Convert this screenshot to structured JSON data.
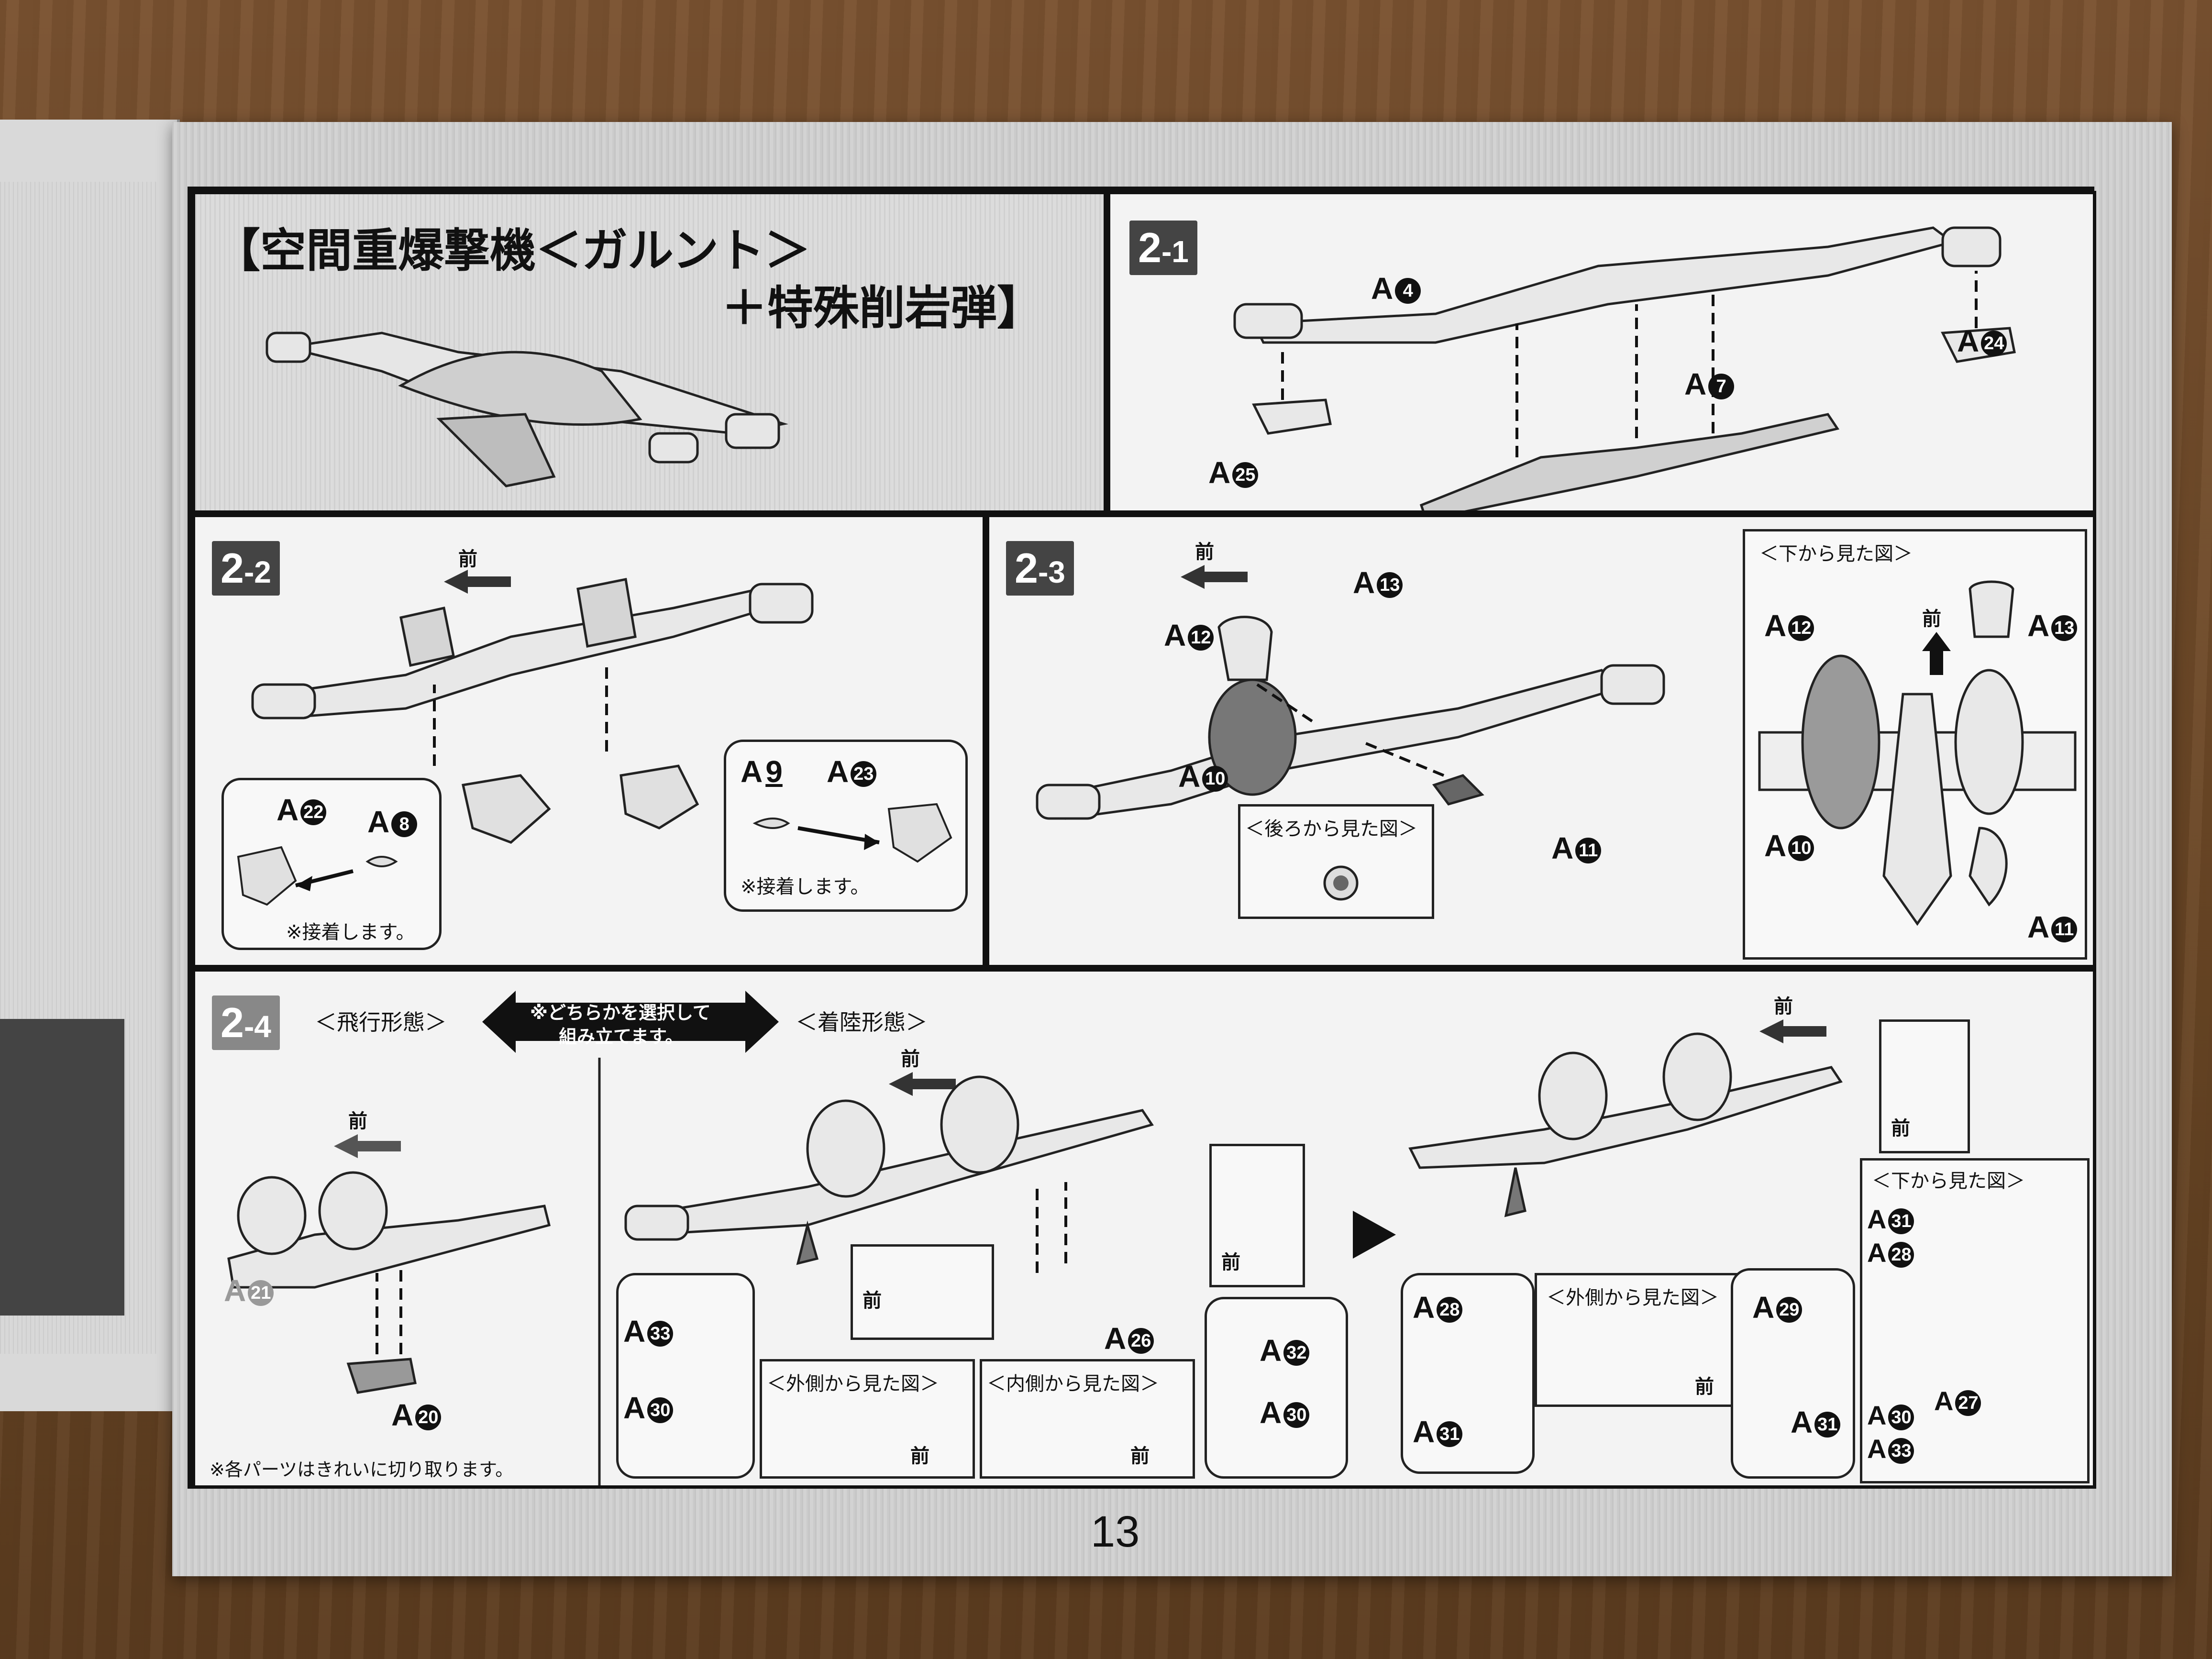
{
  "title": {
    "line1": "【空間重爆撃機＜ガルント＞",
    "line2": "＋特殊削岩弾】"
  },
  "page_number": "13",
  "steps": {
    "s2_1": {
      "badge_main": "2",
      "badge_sub": "-1",
      "parts": {
        "a4": "A",
        "a7": "A",
        "a24": "A",
        "a25": "A"
      },
      "nums": {
        "a4": "4",
        "a7": "7",
        "a24": "24",
        "a25": "25"
      }
    },
    "s2_2": {
      "badge_main": "2",
      "badge_sub": "-2",
      "front": "前",
      "left_box": {
        "part_a22": "A",
        "num_a22": "22",
        "part_a8": "A",
        "num_a8": "8",
        "note": "※接着します。"
      },
      "right_box": {
        "part_a9": "A",
        "num_a9": "9",
        "part_a23": "A",
        "num_a23": "23",
        "note": "※接着します。"
      }
    },
    "s2_3": {
      "badge_main": "2",
      "badge_sub": "-3",
      "front": "前",
      "parts": {
        "a13": "A",
        "a12": "A",
        "a10": "A",
        "a11": "A"
      },
      "nums": {
        "a13": "13",
        "a12": "12",
        "a10": "10",
        "a11": "11"
      },
      "rear_view_caption": "＜後ろから見た図＞",
      "bottom_view": {
        "caption": "＜下から見た図＞",
        "front": "前",
        "a12": "A",
        "n12": "12",
        "a13": "A",
        "n13": "13",
        "a10": "A",
        "n10": "10",
        "a11": "A",
        "n11": "11"
      }
    },
    "s2_4": {
      "badge_main": "2",
      "badge_sub": "-4",
      "flight_mode": "＜飛行形態＞",
      "landing_mode": "＜着陸形態＞",
      "choice_line1": "※どちらかを選択して",
      "choice_line2": "組み立てます。",
      "front": "前",
      "flight": {
        "a21": "A",
        "n21": "21",
        "a20": "A",
        "n20": "20"
      },
      "landing": {
        "a27": "A",
        "n27": "27",
        "a26": "A",
        "n26": "26",
        "a33": "A",
        "n33": "33",
        "a30": "A",
        "n30": "30",
        "a32": "A",
        "n32": "32",
        "a30b": "A",
        "n30b": "30",
        "outside_view": "＜外側から見た図＞",
        "inside_view": "＜内側から見た図＞"
      },
      "landing2": {
        "a28": "A",
        "n28": "28",
        "a31": "A",
        "n31": "31",
        "a29": "A",
        "n29": "29",
        "a31b": "A",
        "n31b": "31",
        "outside_view": "＜外側から見た図＞",
        "bottom_caption": "＜下から見た図＞",
        "b_a31": "A",
        "b_n31": "31",
        "b_a28": "A",
        "b_n28": "28",
        "b_a30": "A",
        "b_n30": "30",
        "b_a27": "A",
        "b_n27": "27",
        "b_a33": "A",
        "b_n33": "33"
      },
      "footnote": "※各パーツはきれいに切り取ります。"
    }
  }
}
